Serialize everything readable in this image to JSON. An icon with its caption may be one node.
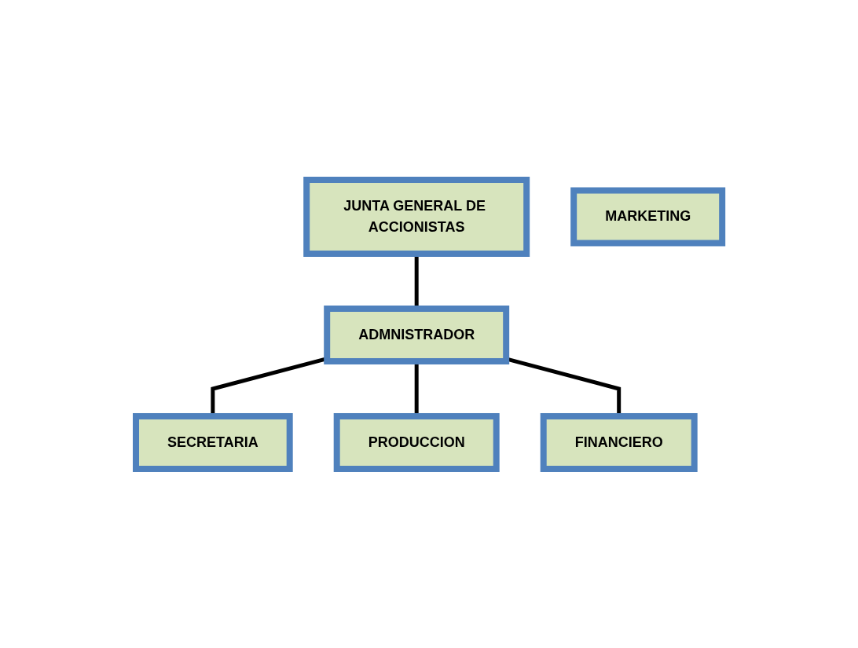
{
  "diagram": {
    "nodes": [
      {
        "text": [
          "JUNTA GENERAL DE ACCIONISTAS"
        ]
      },
      {
        "text": [
          "ADMNISTRADOR"
        ]
      },
      {
        "text": [
          "SECRETARIA"
        ]
      },
      {
        "text": [
          "MARKETING"
        ]
      },
      {
        "text": [
          "PRODUCCION"
        ]
      },
      {
        "text": [
          "FINANCIERO"
        ]
      }
    ],
    "edges": [
      {
        "from": 0,
        "to": 1,
        "arrow": "none"
      },
      {
        "from": 1,
        "to": 2,
        "arrow": "none"
      },
      {
        "from": 1,
        "to": 4,
        "arrow": "none"
      },
      {
        "from": 1,
        "to": 5,
        "arrow": "none"
      }
    ]
  }
}
